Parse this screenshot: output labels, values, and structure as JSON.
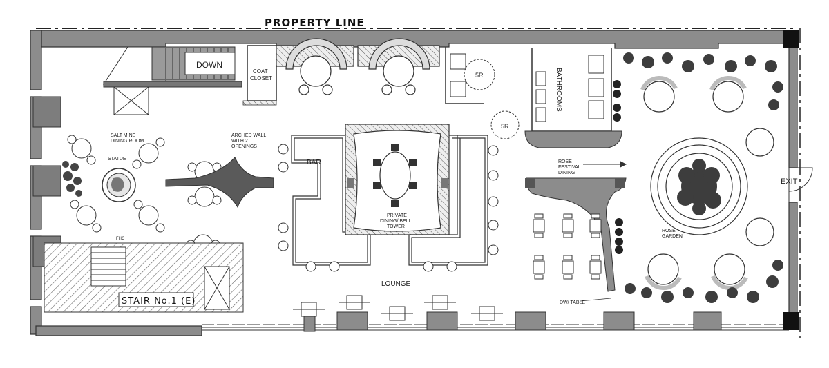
{
  "title": "PROPERTY LINE",
  "labels": {
    "down": "DOWN",
    "coat_closet": "COAT\nCLOSET",
    "sr_1": "5R",
    "sr_2": "5R",
    "bathrooms": "BATHROOMS",
    "salt_mine": "SALT MINE\nDINING ROOM",
    "statue": "STATUE",
    "arched_wall": "ARCHED WALL\nWITH 2\nOPENINGS",
    "bar": "BAR",
    "private_dining": "PRIVATE\nDINING/ BELL\nTOWER",
    "rose_festival": "ROSE\nFESTIVAL\nDINING",
    "exit": "EXIT",
    "rose_garden": "ROSE\nGARDEN",
    "lounge": "LOUNGE",
    "dw_table": "DW/ TABLE",
    "stair": "STAIR No.1  (E)",
    "fhc": "FHC"
  },
  "colors": {
    "wall": "#8c8c8c",
    "wall_dark": "#5a5a5a",
    "line": "#333333",
    "hatch": "#555555",
    "tree": "#3d3d3d",
    "bg": "#ffffff"
  }
}
